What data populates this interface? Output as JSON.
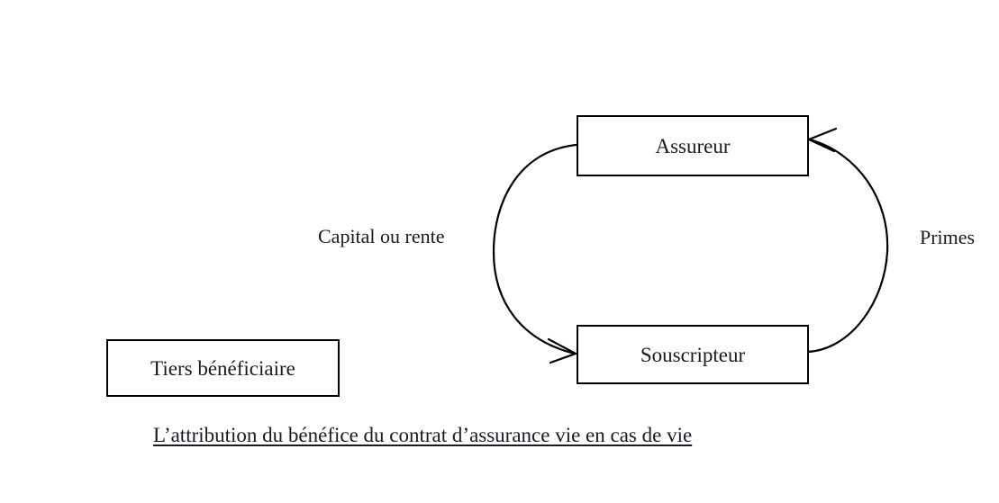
{
  "diagram": {
    "title": "L’attribution du bénéfice du contrat d’assurance vie en cas de vie",
    "background_color": "#ffffff",
    "stroke_color": "#000000",
    "text_color": "#1a1a22",
    "nodes": [
      {
        "id": "assureur",
        "label": "Assureur"
      },
      {
        "id": "souscripteur",
        "label": "Souscripteur"
      },
      {
        "id": "tiers",
        "label": "Tiers bénéficiaire"
      }
    ],
    "edges": [
      {
        "id": "capital-ou-rente",
        "label": "Capital ou rente",
        "from": "assureur",
        "to": "souscripteur",
        "side": "left",
        "arrowhead": "to"
      },
      {
        "id": "primes",
        "label": "Primes",
        "from": "souscripteur",
        "to": "assureur",
        "side": "right",
        "arrowhead": "to"
      }
    ]
  }
}
